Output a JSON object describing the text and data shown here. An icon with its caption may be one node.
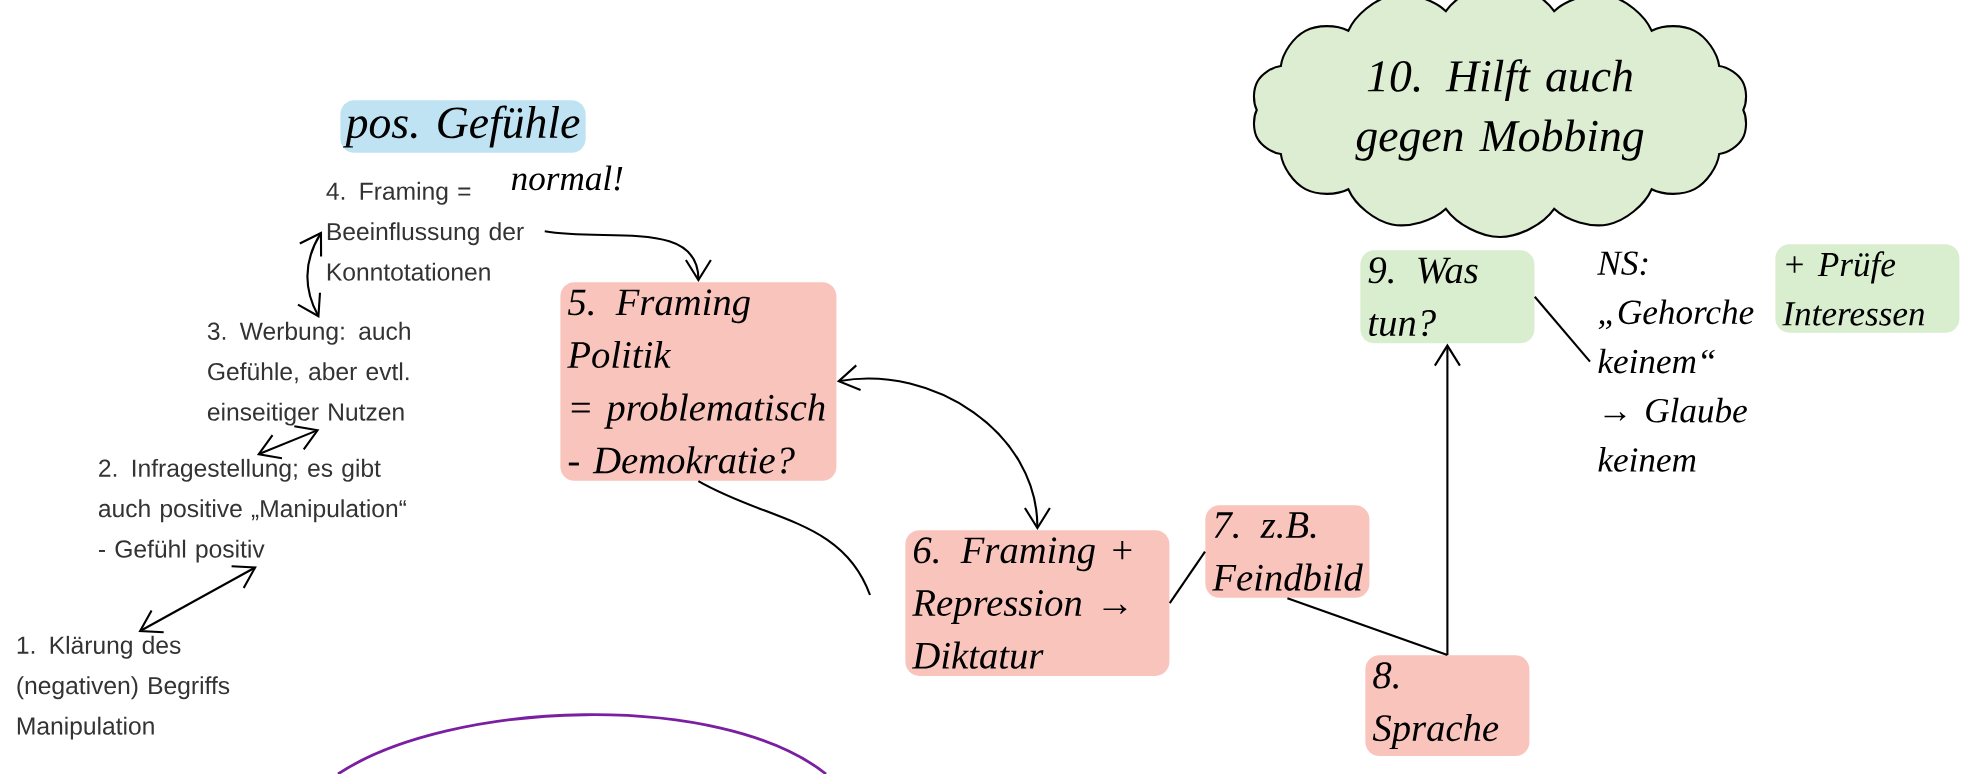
{
  "diagram": {
    "nodes": [
      {
        "text": [
          "1. Klärung des (negativen) Begriffs Manipulation"
        ]
      },
      {
        "text": [
          "2.  Infragestellung; es gibt auch positive „Manipulation“ - Gefühl positiv"
        ]
      },
      {
        "text": [
          "3. Werbung: auch Gefühle, aber evtl. einseitiger Nutzen"
        ]
      },
      {
        "text": [
          "4. Framing = Beeinflussung der Konntotationen"
        ],
        "beside": [
          "pos. Gefühle",
          "normal!"
        ]
      },
      {
        "text": [
          "5. Framing Politik",
          "= problematisch - Demokratie?"
        ]
      },
      {
        "text": [
          "6. Framing + Repression → Diktatur"
        ]
      },
      {
        "text": [
          "7. z.B. Feindbild"
        ]
      },
      {
        "text": [
          "8. Sprache"
        ]
      },
      {
        "text": [
          "9. Was tun?"
        ]
      },
      {
        "text": [
          "NS:",
          "„Gehorche keinem“",
          "→ Glaube keinem"
        ]
      },
      {
        "text": [
          "+ Prüfe Interessen"
        ]
      },
      {
        "text": [
          "10. Hilft auch gegen Mobbing"
        ]
      }
    ],
    "edges": [
      {
        "from": 0,
        "to": 1,
        "arrow": "both"
      },
      {
        "from": 1,
        "to": 2,
        "arrow": "both"
      },
      {
        "from": 2,
        "to": 3,
        "arrow": "both"
      },
      {
        "from": 3,
        "to": 4,
        "arrow": "to"
      },
      {
        "from": 4,
        "to": 5,
        "arrow": "both"
      },
      {
        "from": 5,
        "to": 6,
        "arrow": "none"
      },
      {
        "from": 6,
        "to": 7,
        "arrow": "none"
      },
      {
        "from": 7,
        "to": 8,
        "arrow": "to"
      },
      {
        "from": 8,
        "to": 9,
        "arrow": "none"
      },
      {
        "from": 4,
        "to": null,
        "arrow": "none"
      }
    ]
  }
}
